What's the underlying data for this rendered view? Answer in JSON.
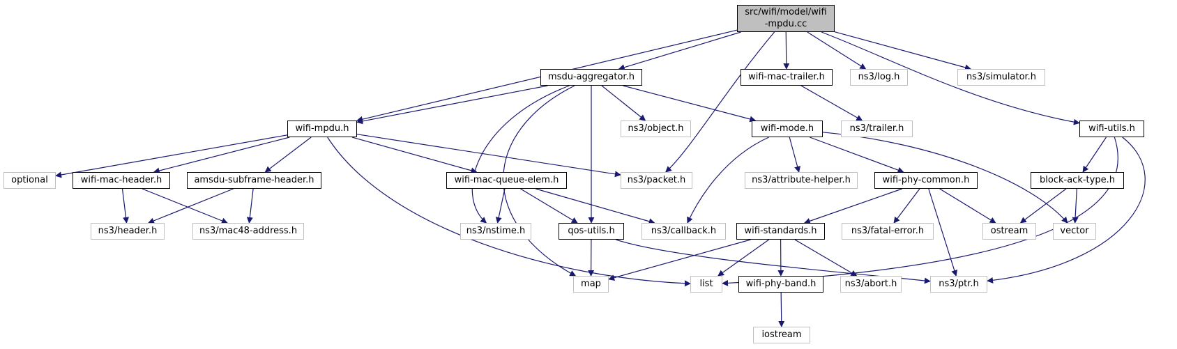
{
  "diagram": {
    "type": "include-dependency-graph",
    "colors": {
      "edge": "#191970",
      "documented_border": "#000000",
      "external_border": "#c0c0c0",
      "root_fill": "#bfbfbf"
    },
    "nodes": [
      {
        "id": "root",
        "label": "src/wifi/model/wifi\n-mpdu.cc",
        "kind": "root"
      },
      {
        "id": "msdu_aggregator",
        "label": "msdu-aggregator.h",
        "kind": "doc"
      },
      {
        "id": "wifi_mac_trailer",
        "label": "wifi-mac-trailer.h",
        "kind": "doc"
      },
      {
        "id": "ns3_log",
        "label": "ns3/log.h",
        "kind": "ext"
      },
      {
        "id": "ns3_simulator",
        "label": "ns3/simulator.h",
        "kind": "ext"
      },
      {
        "id": "wifi_mpdu",
        "label": "wifi-mpdu.h",
        "kind": "doc"
      },
      {
        "id": "ns3_object",
        "label": "ns3/object.h",
        "kind": "ext"
      },
      {
        "id": "wifi_mode",
        "label": "wifi-mode.h",
        "kind": "doc"
      },
      {
        "id": "ns3_trailer",
        "label": "ns3/trailer.h",
        "kind": "ext"
      },
      {
        "id": "wifi_utils",
        "label": "wifi-utils.h",
        "kind": "doc"
      },
      {
        "id": "optional",
        "label": "optional",
        "kind": "ext"
      },
      {
        "id": "wifi_mac_header",
        "label": "wifi-mac-header.h",
        "kind": "doc"
      },
      {
        "id": "amsdu_subframe_header",
        "label": "amsdu-subframe-header.h",
        "kind": "doc"
      },
      {
        "id": "wifi_mac_queue_elem",
        "label": "wifi-mac-queue-elem.h",
        "kind": "doc"
      },
      {
        "id": "ns3_packet",
        "label": "ns3/packet.h",
        "kind": "ext"
      },
      {
        "id": "ns3_attribute_helper",
        "label": "ns3/attribute-helper.h",
        "kind": "ext"
      },
      {
        "id": "wifi_phy_common",
        "label": "wifi-phy-common.h",
        "kind": "doc"
      },
      {
        "id": "block_ack_type",
        "label": "block-ack-type.h",
        "kind": "doc"
      },
      {
        "id": "ns3_header",
        "label": "ns3/header.h",
        "kind": "ext"
      },
      {
        "id": "ns3_mac48_address",
        "label": "ns3/mac48-address.h",
        "kind": "ext"
      },
      {
        "id": "ns3_nstime",
        "label": "ns3/nstime.h",
        "kind": "ext"
      },
      {
        "id": "qos_utils",
        "label": "qos-utils.h",
        "kind": "doc"
      },
      {
        "id": "ns3_callback",
        "label": "ns3/callback.h",
        "kind": "ext"
      },
      {
        "id": "wifi_standards",
        "label": "wifi-standards.h",
        "kind": "doc"
      },
      {
        "id": "ns3_fatal_error",
        "label": "ns3/fatal-error.h",
        "kind": "ext"
      },
      {
        "id": "ostream",
        "label": "ostream",
        "kind": "ext"
      },
      {
        "id": "vector",
        "label": "vector",
        "kind": "ext"
      },
      {
        "id": "map",
        "label": "map",
        "kind": "ext"
      },
      {
        "id": "list",
        "label": "list",
        "kind": "ext"
      },
      {
        "id": "wifi_phy_band",
        "label": "wifi-phy-band.h",
        "kind": "doc"
      },
      {
        "id": "ns3_abort",
        "label": "ns3/abort.h",
        "kind": "ext"
      },
      {
        "id": "ns3_ptr",
        "label": "ns3/ptr.h",
        "kind": "ext"
      },
      {
        "id": "iostream",
        "label": "iostream",
        "kind": "ext"
      }
    ],
    "edges": [
      [
        "root",
        "wifi_mpdu"
      ],
      [
        "root",
        "msdu_aggregator"
      ],
      [
        "root",
        "ns3_packet"
      ],
      [
        "root",
        "wifi_mac_trailer"
      ],
      [
        "root",
        "ns3_log"
      ],
      [
        "root",
        "ns3_simulator"
      ],
      [
        "root",
        "wifi_utils"
      ],
      [
        "msdu_aggregator",
        "wifi_mpdu"
      ],
      [
        "msdu_aggregator",
        "map"
      ],
      [
        "msdu_aggregator",
        "ns3_nstime"
      ],
      [
        "msdu_aggregator",
        "qos_utils"
      ],
      [
        "msdu_aggregator",
        "ns3_object"
      ],
      [
        "msdu_aggregator",
        "wifi_mode"
      ],
      [
        "wifi_mac_trailer",
        "ns3_trailer"
      ],
      [
        "wifi_mpdu",
        "optional"
      ],
      [
        "wifi_mpdu",
        "wifi_mac_header"
      ],
      [
        "wifi_mpdu",
        "amsdu_subframe_header"
      ],
      [
        "wifi_mpdu",
        "wifi_mac_queue_elem"
      ],
      [
        "wifi_mpdu",
        "ns3_packet"
      ],
      [
        "wifi_mpdu",
        "list"
      ],
      [
        "wifi_mac_header",
        "ns3_header"
      ],
      [
        "wifi_mac_header",
        "ns3_mac48_address"
      ],
      [
        "amsdu_subframe_header",
        "ns3_header"
      ],
      [
        "amsdu_subframe_header",
        "ns3_mac48_address"
      ],
      [
        "wifi_mac_queue_elem",
        "ns3_nstime"
      ],
      [
        "wifi_mac_queue_elem",
        "qos_utils"
      ],
      [
        "wifi_mac_queue_elem",
        "ns3_callback"
      ],
      [
        "qos_utils",
        "map"
      ],
      [
        "qos_utils",
        "ns3_ptr"
      ],
      [
        "wifi_mode",
        "ns3_callback"
      ],
      [
        "wifi_mode",
        "ns3_attribute_helper"
      ],
      [
        "wifi_mode",
        "wifi_phy_common"
      ],
      [
        "wifi_mode",
        "vector"
      ],
      [
        "wifi_phy_common",
        "wifi_standards"
      ],
      [
        "wifi_phy_common",
        "ns3_fatal_error"
      ],
      [
        "wifi_phy_common",
        "ostream"
      ],
      [
        "wifi_phy_common",
        "ns3_ptr"
      ],
      [
        "wifi_standards",
        "map"
      ],
      [
        "wifi_standards",
        "list"
      ],
      [
        "wifi_standards",
        "wifi_phy_band"
      ],
      [
        "wifi_standards",
        "ns3_abort"
      ],
      [
        "wifi_phy_band",
        "iostream"
      ],
      [
        "wifi_utils",
        "block_ack_type"
      ],
      [
        "wifi_utils",
        "list"
      ],
      [
        "wifi_utils",
        "ns3_ptr"
      ],
      [
        "block_ack_type",
        "ostream"
      ],
      [
        "block_ack_type",
        "vector"
      ]
    ]
  }
}
